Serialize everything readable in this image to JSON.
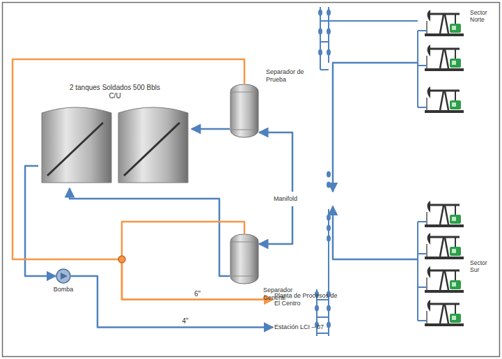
{
  "diagram": {
    "nodes": [
      {
        "text": [
          "2 tanques Soldados 500 Bbls C/U"
        ]
      },
      {
        "text": [
          "Separador de Prueba"
        ]
      },
      {
        "text": [
          "Manifold"
        ]
      },
      {
        "text": [
          "Separador General"
        ]
      },
      {
        "text": [
          "Bomba"
        ]
      },
      {
        "text": [
          "Planta de Procesos de El Centro"
        ]
      },
      {
        "text": [
          "Estación LCI – 07"
        ]
      },
      {
        "text": [
          "Sector Norte"
        ]
      },
      {
        "text": [
          "Sector Sur"
        ]
      }
    ],
    "edges": [
      {
        "from": 7,
        "to": 2,
        "arrow": "to"
      },
      {
        "from": 8,
        "to": 2,
        "arrow": "to"
      },
      {
        "from": 2,
        "to": 1,
        "arrow": "to"
      },
      {
        "from": 2,
        "to": 3,
        "arrow": "to"
      },
      {
        "from": 1,
        "to": 0,
        "arrow": "to"
      },
      {
        "from": 3,
        "to": 0,
        "arrow": "to"
      },
      {
        "from": 0,
        "to": 4,
        "arrow": "to"
      },
      {
        "from": 4,
        "to": 6,
        "label": "4\"",
        "arrow": "to"
      },
      {
        "from": 1,
        "to": 5,
        "label": "6\"",
        "arrow": "to"
      },
      {
        "from": 3,
        "to": 5,
        "arrow": "to"
      }
    ]
  }
}
